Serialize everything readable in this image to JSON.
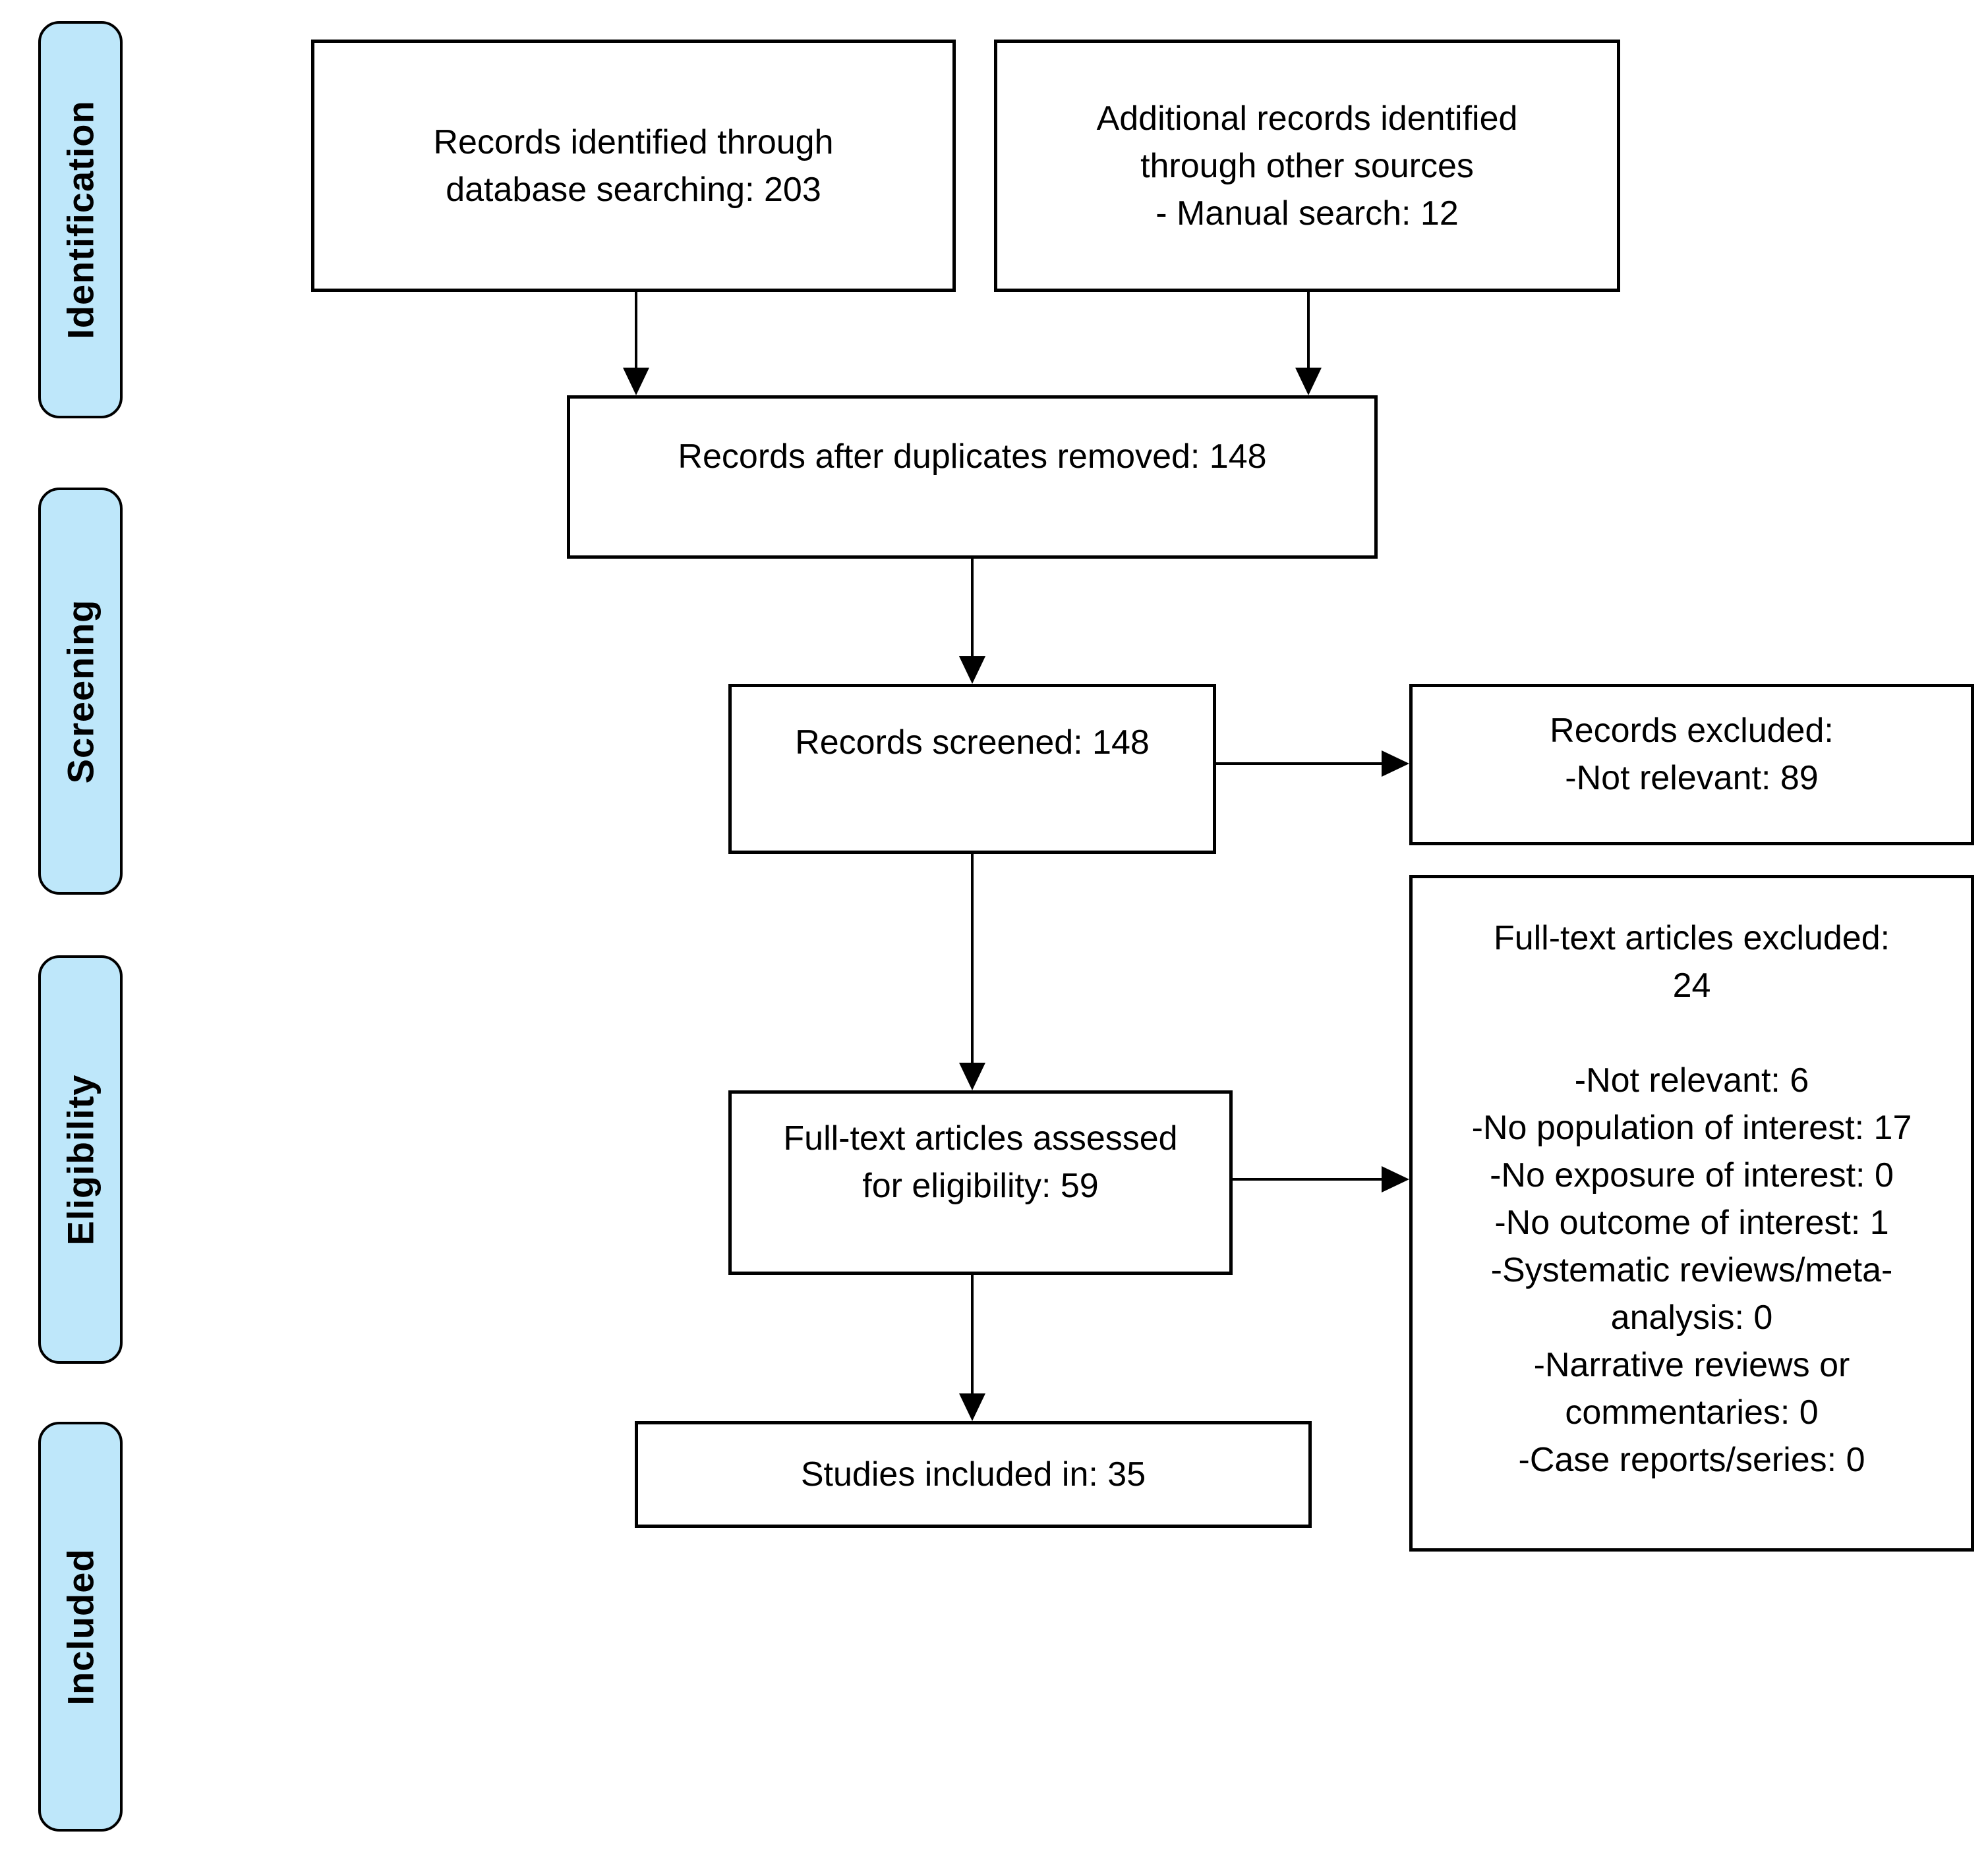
{
  "diagram": {
    "colors": {
      "stage_fill": "#BEE7FA",
      "border": "#000000",
      "text": "#000000",
      "background": "#FFFFFF"
    },
    "stages": [
      {
        "label": "Identification"
      },
      {
        "label": "Screening"
      },
      {
        "label": "Eligibility"
      },
      {
        "label": "Included"
      }
    ],
    "boxes": {
      "records_identified": {
        "lines": [
          "Records identified through",
          "database searching: 203"
        ]
      },
      "additional_records": {
        "lines": [
          "Additional records identified",
          "through other sources",
          "- Manual search: 12"
        ]
      },
      "after_duplicates": {
        "lines": [
          "Records after duplicates removed: 148"
        ]
      },
      "records_screened": {
        "lines": [
          "Records screened: 148"
        ]
      },
      "records_excluded": {
        "lines": [
          "Records excluded:",
          "-Not relevant: 89"
        ]
      },
      "fulltext_assessed": {
        "lines": [
          "Full-text articles assessed",
          "for eligibility: 59"
        ]
      },
      "fulltext_excluded": {
        "lines": [
          "Full-text articles excluded:",
          "24",
          "",
          "-Not relevant: 6",
          "-No population of interest: 17",
          "-No exposure of interest: 0",
          "-No outcome of interest: 1",
          "-Systematic reviews/meta-",
          "analysis: 0",
          "-Narrative reviews or",
          "commentaries: 0",
          "-Case reports/series: 0"
        ]
      },
      "studies_included": {
        "lines": [
          "Studies included in: 35"
        ]
      }
    }
  }
}
